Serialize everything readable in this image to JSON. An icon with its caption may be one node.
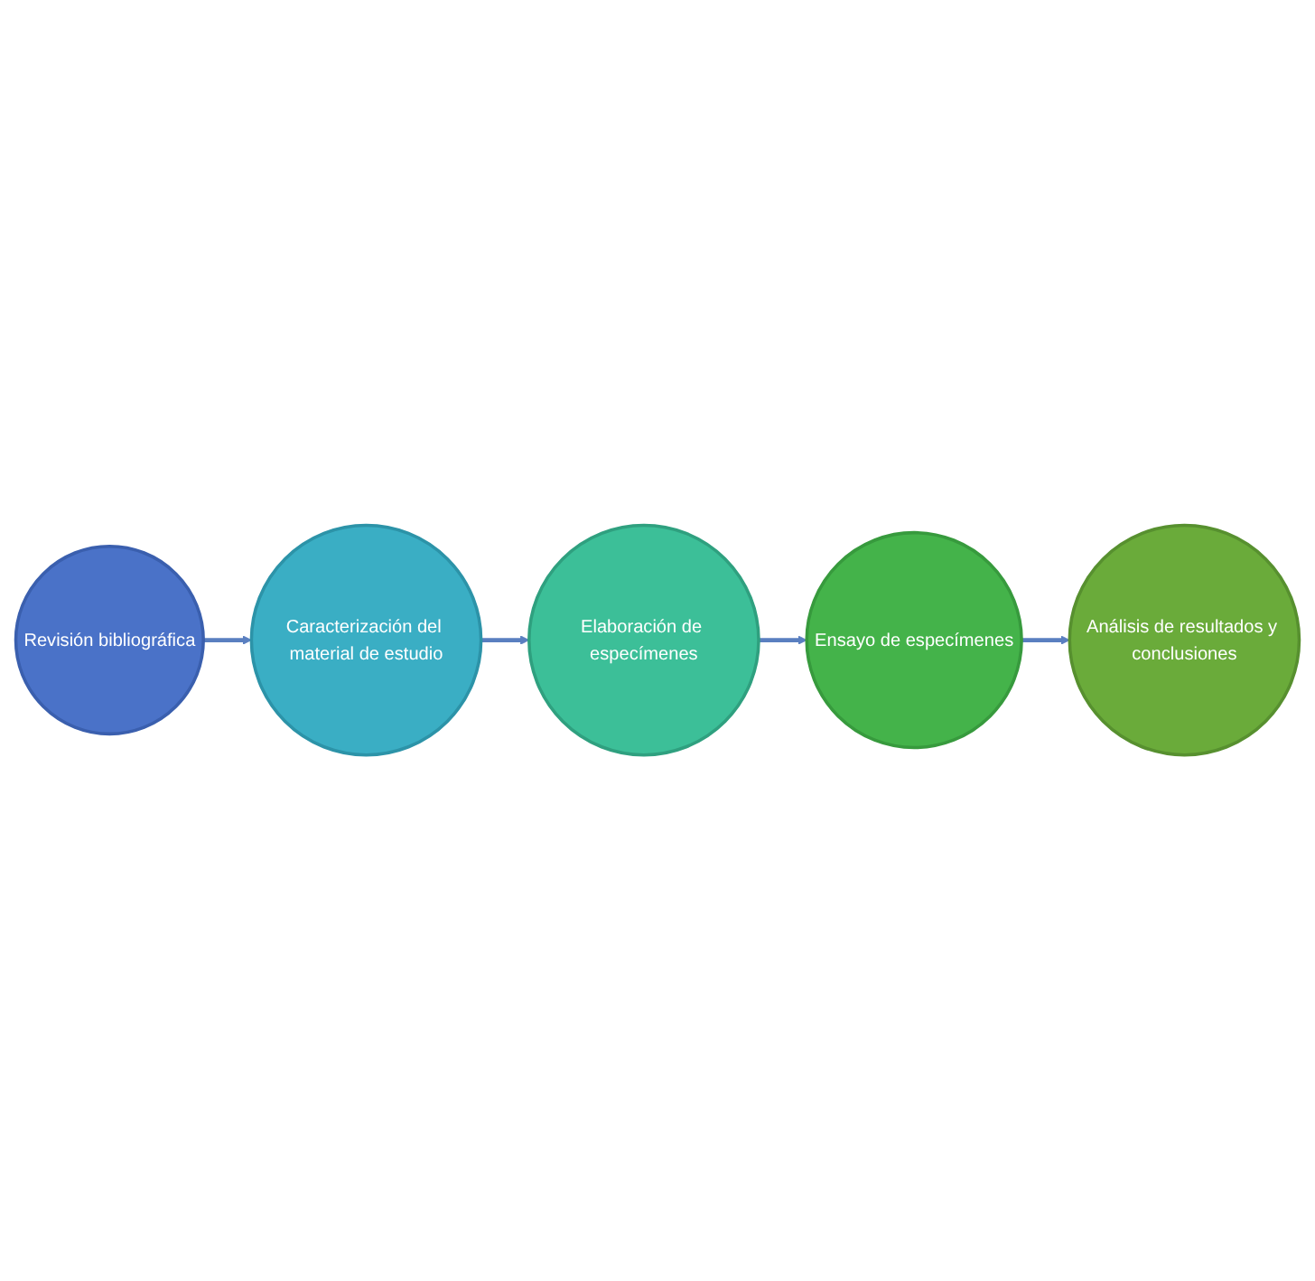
{
  "diagram": {
    "nodes": [
      {
        "text": [
          "Revisión bibliográfica"
        ]
      },
      {
        "text": [
          "Caracterización del material de estudio"
        ]
      },
      {
        "text": [
          "Elaboración de especímenes"
        ]
      },
      {
        "text": [
          "Ensayo de especímenes"
        ]
      },
      {
        "text": [
          "Análisis de resultados y conclusiones"
        ]
      }
    ],
    "edges": [
      {
        "from": 0,
        "to": 1,
        "arrow": "to"
      },
      {
        "from": 1,
        "to": 2,
        "arrow": "to"
      },
      {
        "from": 2,
        "to": 3,
        "arrow": "to"
      },
      {
        "from": 3,
        "to": 4,
        "arrow": "to"
      }
    ]
  }
}
